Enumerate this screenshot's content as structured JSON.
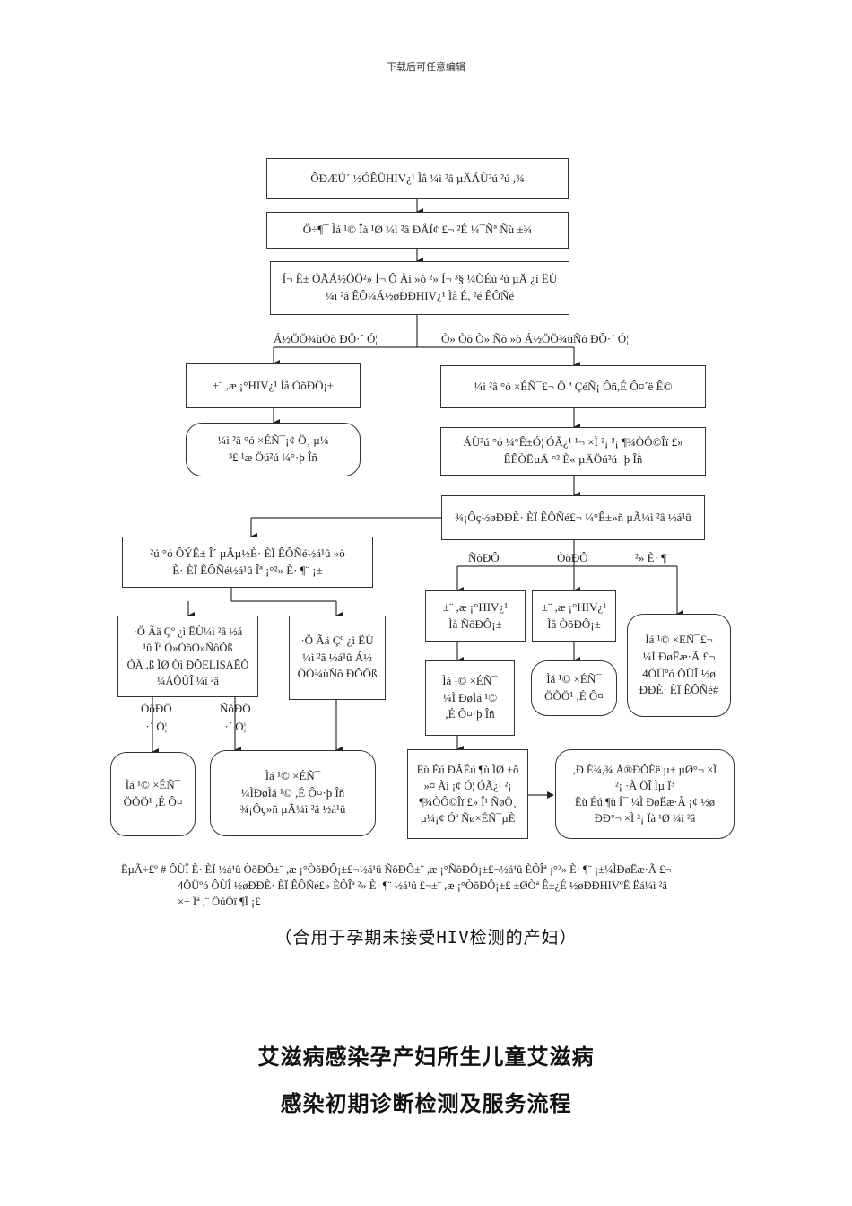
{
  "header": {
    "text": "下载后可任意编辑"
  },
  "flowchart": {
    "n1": "ÔÐÆÚ´ ½ÓÊÜHIV¿¹ Ìå ¼ì ²â µÄÁÙ²ú ²ú ,¾",
    "n2": "Ö÷¶¯ Ìá ¹© Ïà ¹Ø ¼ì ²â ÐÅÏ¢ £¬ ²É ¼¯Ñª Ñù ±¾",
    "n3": "Í¬ Ê± ÓÃÁ½ÖÖ²» Í¬ Ô  Àí »ò ²» Í¬ ³§ ¼ÒÉú ²ú µÄ ¿ì  ËÙ\n¼ì ²â  ÊÔ¼Á½øÐÐHIV¿¹ Ìå  É, ²é  ÊÔÑé",
    "e_left": "Á½ÖÖ¾ùÒõ ÐÔ·´  Ó¦",
    "e_right": "Ò» Òõ Ò» Ñô »ò  Á½ÖÖ¾ùÑô ÐÔ·´  Ó¦",
    "n4l": "±¨ ,æ ¡°HIV¿¹  Ìå  ÒõÐÔ¡±",
    "n4r": "¼ì ²â  °ó ×ÉÑ¯£¬ Ö ª ÇéÑ¡ Ôñ,É Ô¤´ë  Ê©",
    "n5l": "¼ì ²â  °ó ×ÉÑ¯¡¢ Ö¸ µ¼\n³£ ¹æ Öú²ú  ¼°·þ Îñ",
    "n5r": "ÁÙ²ú  °ó ¼°Ê±Ó¦ ÓÃ¿¹  ¹¬ ×Ì ²¡  ²¡ ¶¾ÒÔ©Îï  £»\nÊÊÒËµÄ °²  È« µÄÖú²ú  ·þ Îñ",
    "n6": "¾¡Ôç½øÐÐÈ·  ÈÏ  ÊÔÑé£¬ ¼°Ê±»ñ µÃ¼ì ²â  ½á¹û",
    "e_pos": "ÑôÐÔ",
    "e_neg": "ÒõÐÔ",
    "e_unk": "²» È· ¶¨",
    "n7": "²ú  °ó ÔÝÊ± Î´  µÃµ½È· ÈÏ ÊÔÑé½á¹û  »ò\nÈ· ÈÏ ÊÔÑé½á¹û  Îª  ¡°²» È· ¶¨  ¡±",
    "n8a": "·Ö Ãä Çº ¿ì  ËÙ¼ì ²â  ½á\n¹û  Îª  Ò»ÒõÒ»ÑôÕß\nÓÃ ,ß  ÌØ Òì ÐÔELISAÊÔ\n¼ÁÔÙÎ  ¼ì ²â",
    "n8b": "·Ö Ãä Çº ¿ì  ËÙ\n¼ì ²â  ½á¹û  Á½\nÖÖ¾ùÑô ÐÔÕß",
    "e8a_neg": "ÒõÐÔ\n·´  Ó¦",
    "e8a_pos": "ÑôÐÔ\n·´  Ó¦",
    "n9a": "±¨ ,æ ¡°HIV¿¹\nÌå  ÑôÐÔ¡±",
    "n9b": "±¨ ,æ ¡°HIV¿¹\nÌå  ÒõÐÔ¡±",
    "n9c": "Ìá  ¹© ×ÉÑ¯£¬\n¼Ì ÐøËæ·Ã £¬\n4ÖÜºó  ÔÙÎ  ½ø\nÐÐÈ·  ÈÏ  ÊÔÑé#",
    "n10a": "Ìá  ¹© ×ÉÑ¯\n¼Ì ÐøÌá  ¹©\n,É Ô¤·þ  Îñ",
    "n10b": "Ìá  ¹© ×ÉÑ¯\nÖÕÖ¹ ,É Ô¤",
    "n11a": "Ìá  ¹© ×ÉÑ¯\nÖÕÖ¹ ,É Ô¤",
    "n11b": "Ìá  ¹© ×ÉÑ¯\n¼ÌÐøÌá  ¹© ,É Ô¤·þ  Îñ\n¾¡Ôç»ñ µÃ¼ì ²â  ½á¹û",
    "n12": "Ëù Éú  ÐÂÉú ¶ù  ÌØ ±ð\n»¤ Àí ¡¢ Ó¦ ÓÃ¿¹  ²¡\n¶¾ÒÔ©Îï  £» Î¹  ÑøÖ¸\nµ¼¡¢ Óª Ñø×ÉÑ¯µÈ",
    "n13": ",Ð È¾,¾ Å®ÐÔÈë µ± µØ°¬ ×Ì\n²¡  ·À ÖÎ Ìµ Ï³\nËù Éú ¶ù  Í¯ ¼Ì ÐøËæ·Ã ¡¢ ½ø\nÐÐ°¬ ×Ì  ²¡  Ïà ¹Ø ¼ì ²â"
  },
  "note": {
    "line1": "ËµÃ÷£º # ÔÙÎ  È· ÈÏ ½á¹û  ÒõÐÔ±¨ ,æ ¡°ÒõÐÔ¡±£¬½á¹û  ÑôÐÔ±¨ ,æ ¡°ÑôÐÔ¡±£¬½á¹û  ÈÔÎª  ¡°²» È· ¶¨  ¡±¼ÌÐøËæ·Ã £¬",
    "line2": "4ÖÜºó  ÔÙÎ  ½øÐÐÈ·  ÈÏ  ÊÔÑé£» ÈÔÎª  ²» È· ¶¨  ½á¹û  £¬±¨ ,æ ¡°ÒõÐÔ¡±£ ±ØÒª Ê±¿É ½øÐÐHIVºË Ëá¼ì ²â",
    "line3": "×÷ Îª  ,¨  ÖúÕï ¶Ï  ¡£"
  },
  "subtitle": "（合用于孕期未接受HIV检测的产妇）",
  "title": {
    "line1": "艾滋病感染孕产妇所生儿童艾滋病",
    "line2": "感染初期诊断检测及服务流程"
  }
}
